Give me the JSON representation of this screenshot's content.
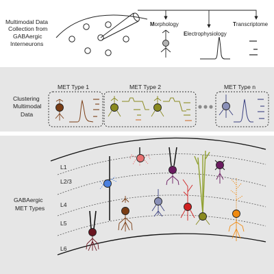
{
  "top": {
    "title_lines": [
      "Multimodal Data",
      "Collection from",
      "GABAergic",
      "Interneurons"
    ],
    "modalities": [
      {
        "initial": "M",
        "rest": "orphology"
      },
      {
        "initial": "E",
        "rest": "lectrophysiology"
      },
      {
        "initial": "T",
        "rest": "ranscriptome"
      }
    ]
  },
  "middle": {
    "label_lines": [
      "Clustering",
      "Multimodal",
      "Data"
    ],
    "types": [
      "MET Type 1",
      "MET Type 2",
      "MET Type n"
    ],
    "colors": {
      "type1": "#7a3d14",
      "type2": "#8a8a20",
      "typen": "#8a90b8"
    }
  },
  "bottom": {
    "label_lines": [
      "GABAergic",
      "MET Types"
    ],
    "layers": [
      "L1",
      "L2/3",
      "L4",
      "L5",
      "L6"
    ],
    "colors": {
      "salmon": "#e87070",
      "blue": "#4a80e0",
      "purple": "#6a1a60",
      "green": "#90a030",
      "darkred": "#6a1520",
      "red": "#d02020",
      "olive": "#8a8a20",
      "orange": "#f08a10",
      "brown": "#7a3d14",
      "lavender": "#8a90b8"
    }
  }
}
